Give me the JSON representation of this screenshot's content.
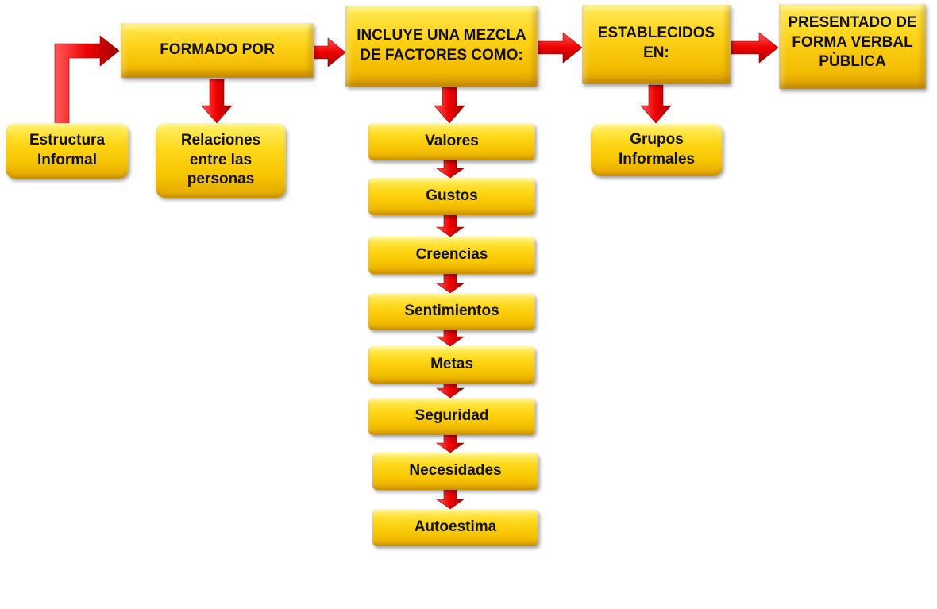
{
  "header_boxes": {
    "formado_por": "FORMADO POR",
    "incluye": "INCLUYE UNA MEZCLA DE FACTORES COMO:",
    "establecidos": "ESTABLECIDOS EN:",
    "presentado": "PRESENTADO DE FORMA VERBAL PÙBLICA"
  },
  "side_boxes": {
    "estructura": "Estructura Informal",
    "relaciones": "Relaciones entre las personas",
    "grupos": "Grupos Informales"
  },
  "factors": [
    "Valores",
    "Gustos",
    "Creencias",
    "Sentimientos",
    "Metas",
    "Seguridad",
    "Necesidades",
    "Autoestima"
  ],
  "colors": {
    "box_fill": "#ffd31a",
    "arrow_fill": "#ee0000",
    "text": "#111111"
  }
}
